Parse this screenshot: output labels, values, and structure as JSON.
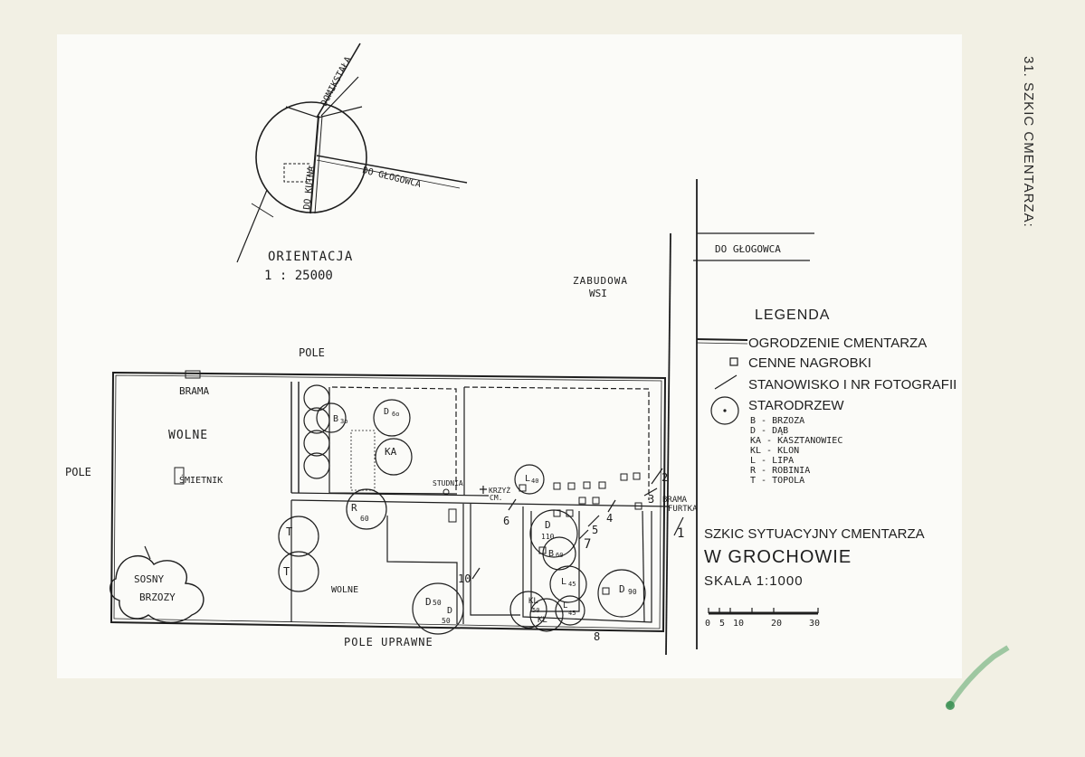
{
  "side_title": "31. SZKIC CMENTARZA:",
  "orientation": {
    "title": "ORIENTACJA",
    "scale": "1 : 25000",
    "road_north": "DOMIKSTAŁA",
    "road_east": "DO GŁOGOWCA",
    "road_south": "DO KUTNA"
  },
  "map_labels": {
    "do_glogowca": "DO GŁOGOWCA",
    "zabudowa": "ZABUDOWA",
    "wsi": "WSI",
    "pole_top": "POLE",
    "pole_left": "POLE",
    "brama": "BRAMA",
    "wolne_left": "WOLNE",
    "smietnik": "ŚMIETNIK",
    "wolne_bottom": "WOLNE",
    "studnia": "STUDNIA",
    "krzyz": "KRZYŻ",
    "krzyz_cm": "CM.",
    "brama_furtka_1": "BRAMA",
    "brama_furtka_2": "FURTKA",
    "sosny": "SOSNY",
    "brzozy": "BRZOZY",
    "pole_uprawne": "POLE UPRAWNE"
  },
  "trees": [
    {
      "label": "B",
      "sub": "3o"
    },
    {
      "label": "D",
      "sub": "6o"
    },
    {
      "label": "KA",
      "sub": ""
    },
    {
      "label": "R",
      "sub": "60"
    },
    {
      "label": "T",
      "sub": ""
    },
    {
      "label": "T",
      "sub": ""
    },
    {
      "label": "L",
      "sub": "40"
    },
    {
      "label": "D",
      "sub": "110"
    },
    {
      "label": "B",
      "sub": "60"
    },
    {
      "label": "L",
      "sub": "45"
    },
    {
      "label": "D",
      "sub": "90"
    },
    {
      "label": "D",
      "sub": "50"
    },
    {
      "label": "D",
      "sub": "50"
    },
    {
      "label": "KL",
      "sub": "50"
    },
    {
      "label": "KL",
      "sub": ""
    },
    {
      "label": "L",
      "sub": "45"
    }
  ],
  "photo_stations": [
    "1",
    "2",
    "3",
    "4",
    "5",
    "6",
    "7",
    "8",
    "10"
  ],
  "legend": {
    "title": "LEGENDA",
    "items": [
      "OGRODZENIE CMENTARZA",
      "CENNE NAGROBKI",
      "STANOWISKO I NR FOTOGRAFII",
      "STARODRZEW"
    ],
    "species": [
      "B - BRZOZA",
      "D - DĄB",
      "KA - KASZTANOWIEC",
      "KL - KLON",
      "L - LIPA",
      "R - ROBINIA",
      "T - TOPOLA"
    ]
  },
  "sketch": {
    "title_line1": "SZKIC SYTUACYJNY CMENTARZA",
    "title_line2": "W GROCHOWIE",
    "scale": "SKALA 1:1000",
    "scalebar_ticks": [
      "0",
      "5",
      "10",
      "20",
      "30"
    ]
  }
}
